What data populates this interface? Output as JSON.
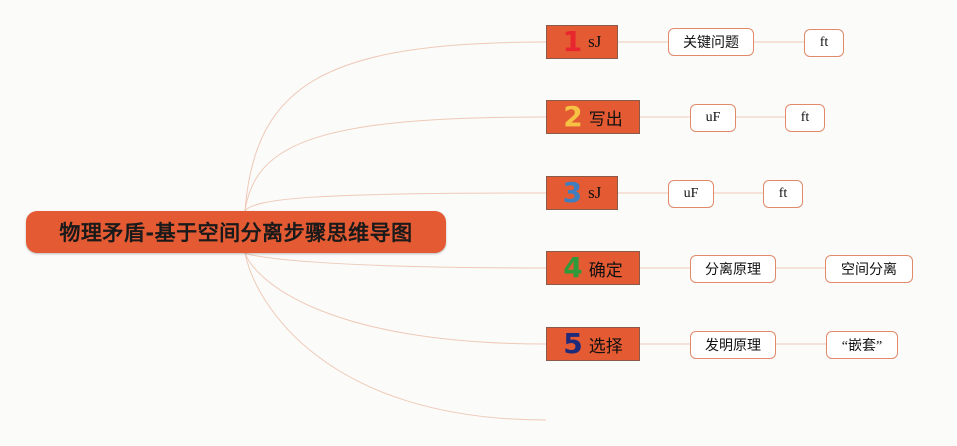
{
  "title": "物理矛盾-基于空间分离步骤思维导图",
  "colors": {
    "node_fill": "#e45a33",
    "connector": "#efcab8",
    "leaf_border": "#e08a6a"
  },
  "branches": [
    {
      "num": "1",
      "num_color": "#e8262e",
      "label": "sJ",
      "leaves": [
        "关键问题",
        "ft"
      ]
    },
    {
      "num": "2",
      "num_color": "#f6c244",
      "label": "写出",
      "leaves": [
        "uF",
        "ft"
      ]
    },
    {
      "num": "3",
      "num_color": "#3e7fc0",
      "label": "sJ",
      "leaves": [
        "uF",
        "ft"
      ]
    },
    {
      "num": "4",
      "num_color": "#2e9a3a",
      "label": "确定",
      "leaves": [
        "分离原理",
        "空间分离"
      ]
    },
    {
      "num": "5",
      "num_color": "#1e2a7a",
      "label": "选择",
      "leaves": [
        "发明原理",
        "“嵌套”"
      ]
    }
  ]
}
